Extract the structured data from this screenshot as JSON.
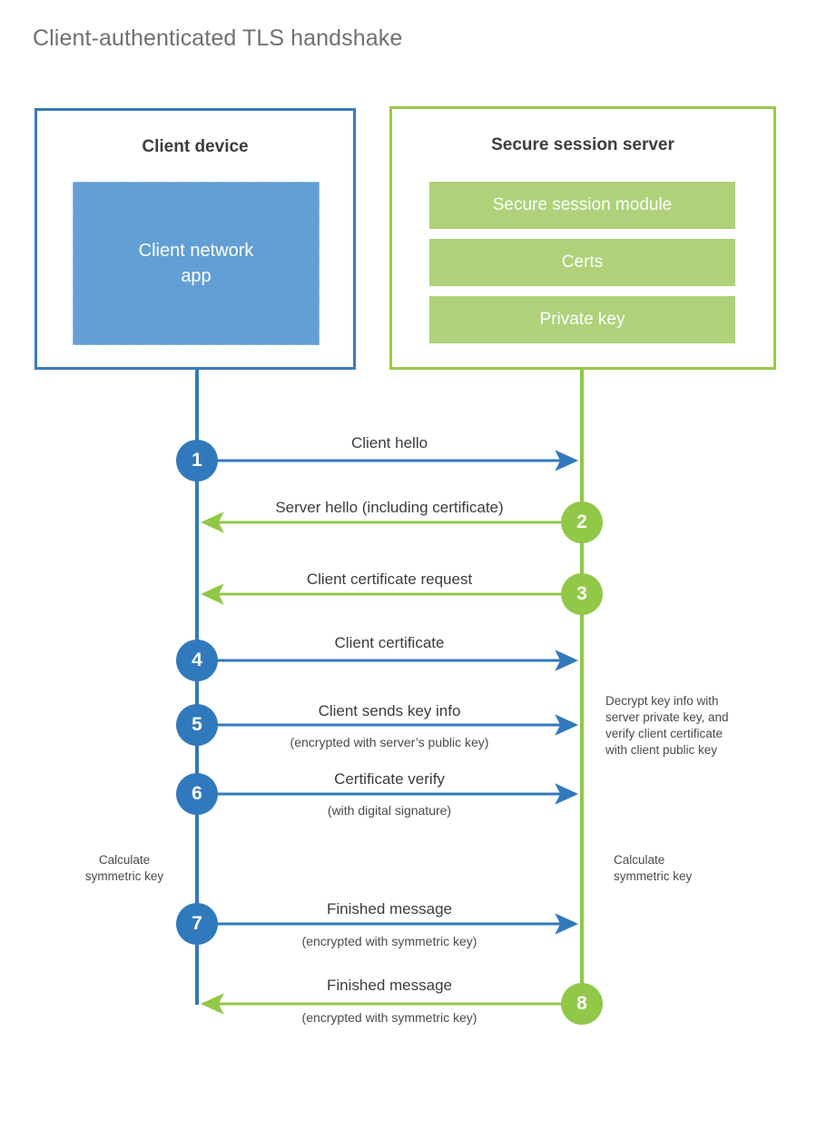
{
  "title": "Client-authenticated TLS handshake",
  "colors": {
    "client_blue": "#3179bd",
    "client_box_border": "#3a7cb8",
    "client_app_fill": "#629fd4",
    "server_green": "#91c848",
    "server_box_border": "#9ac84a",
    "server_bar_fill": "#aed17a",
    "title_gray": "#6f7072",
    "text_dark": "#3c3c3c",
    "page_background": "#ffffff"
  },
  "client": {
    "title": "Client device",
    "app_label": "Client network\napp"
  },
  "server": {
    "title": "Secure session server",
    "components": [
      {
        "label": "Secure session module"
      },
      {
        "label": "Certs"
      },
      {
        "label": "Private key"
      }
    ]
  },
  "notes": {
    "server_decrypt": "Decrypt key info with\nserver private key, and\nverify client certificate\nwith client public key",
    "client_calculate": "Calculate\nsymmetric key",
    "server_calculate": "Calculate\nsymmetric key"
  },
  "steps": [
    {
      "number": "1",
      "label": "Client hello",
      "sublabel": "",
      "direction": "client-to-server",
      "color": "blue"
    },
    {
      "number": "2",
      "label": "Server hello (including certificate)",
      "sublabel": "",
      "direction": "server-to-client",
      "color": "green"
    },
    {
      "number": "3",
      "label": "Client certificate request",
      "sublabel": "",
      "direction": "server-to-client",
      "color": "green"
    },
    {
      "number": "4",
      "label": "Client certificate",
      "sublabel": "",
      "direction": "client-to-server",
      "color": "blue"
    },
    {
      "number": "5",
      "label": "Client sends key info",
      "sublabel": "(encrypted with server’s public key)",
      "direction": "client-to-server",
      "color": "blue"
    },
    {
      "number": "6",
      "label": "Certificate verify",
      "sublabel": "(with digital signature)",
      "direction": "client-to-server",
      "color": "blue"
    },
    {
      "number": "7",
      "label": "Finished message",
      "sublabel": "(encrypted with symmetric key)",
      "direction": "client-to-server",
      "color": "blue"
    },
    {
      "number": "8",
      "label": "Finished message",
      "sublabel": "(encrypted with symmetric key)",
      "direction": "server-to-client",
      "color": "green"
    }
  ]
}
